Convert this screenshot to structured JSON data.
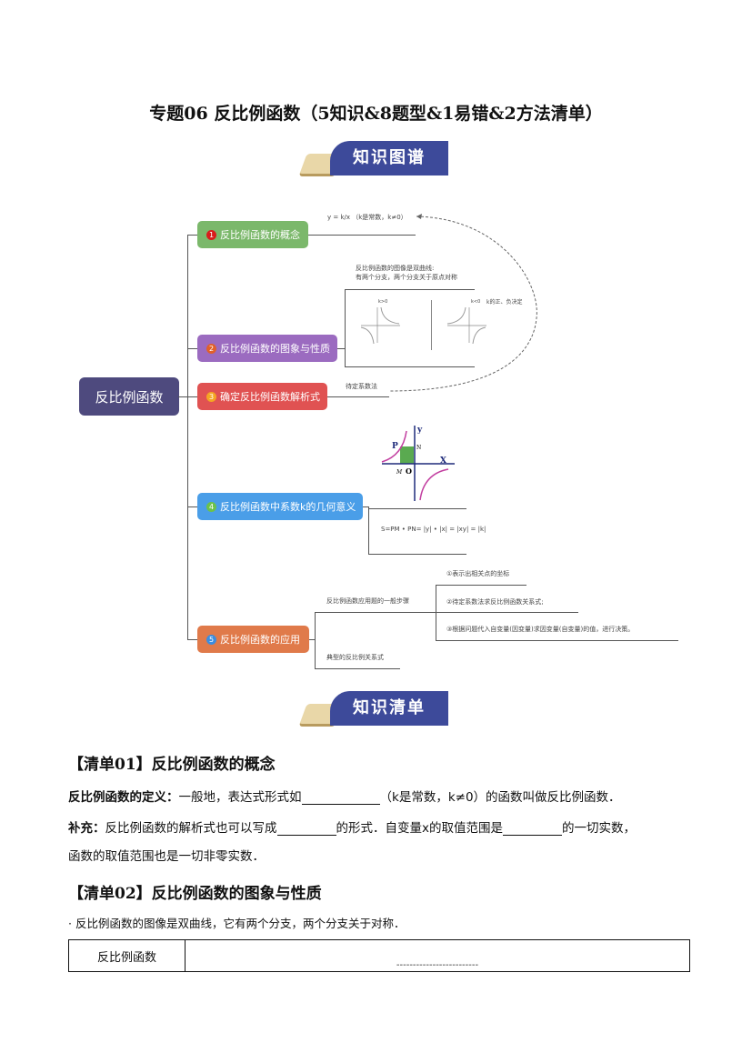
{
  "title": "专题06  反比例函数（5知识&8题型&1易错&2方法清单）",
  "banners": {
    "map": "知识图谱",
    "list": "知识清单"
  },
  "mindmap": {
    "root": "反比例函数",
    "nodes": [
      {
        "num": "1",
        "label": "反比例函数的概念",
        "color": "#7bb86b",
        "num_color": "#d91c1c"
      },
      {
        "num": "2",
        "label": "反比例函数的图象与性质",
        "color": "#9b6bc0",
        "num_color": "#e0602a"
      },
      {
        "num": "3",
        "label": "确定反比例函数解析式",
        "color": "#e05252",
        "num_color": "#f5a623"
      },
      {
        "num": "4",
        "label": "反比例函数中系数k的几何意义",
        "color": "#4a9ee8",
        "num_color": "#6cc24a"
      },
      {
        "num": "5",
        "label": "反比例函数的应用",
        "color": "#e07a4a",
        "num_color": "#3b8de0"
      }
    ],
    "n1_formula": "y = k/x （k是常数，k≠0）",
    "n2_text1": "反比例函数的图像是双曲线:",
    "n2_text2": "有两个分支，两个分支关于原点对称",
    "n2_graph_label1": "k>0",
    "n2_graph_label2": "k<0",
    "n2_side": "k的正、负决定",
    "n3_text": "待定系数法",
    "n4_graph": {
      "p": "P",
      "n": "N",
      "m": "M",
      "o": "O",
      "x": "X",
      "y": "y"
    },
    "n4_formula": "S=PM • PN= |y| • |x| = |xy| = |k|",
    "n5_branch1": "反比例函数应用题的一般步骤",
    "n5_steps": [
      "①表示出相关点的坐标",
      "②待定系数法求反比例函数关系式;",
      "③根据问题代入自变量(因变量)求因变量(自变量)的值，进行决策。"
    ],
    "n5_branch2": "典型的反比例关系式"
  },
  "sections": {
    "s1_heading": "【清单01】反比例函数的概念",
    "def_label": "反比例函数的定义：",
    "def_a": "一般地，表达式形式如",
    "def_b": "（k是常数，k≠0）的函数叫做反比例函数．",
    "sup_label": "补充：",
    "sup_a": "反比例函数的解析式也可以写成",
    "sup_b": "的形式．自变量x的取值范围是",
    "sup_c": "的一切实数，",
    "sup_d": "函数的取值范围也是一切非零实数．",
    "s2_heading": "【清单02】反比例函数的图象与性质",
    "s2_bullet": "· 反比例函数的图像是双曲线，它有两个分支，两个分支关于对称．",
    "table_header": "反比例函数",
    "table_cell": "-------------------------"
  }
}
